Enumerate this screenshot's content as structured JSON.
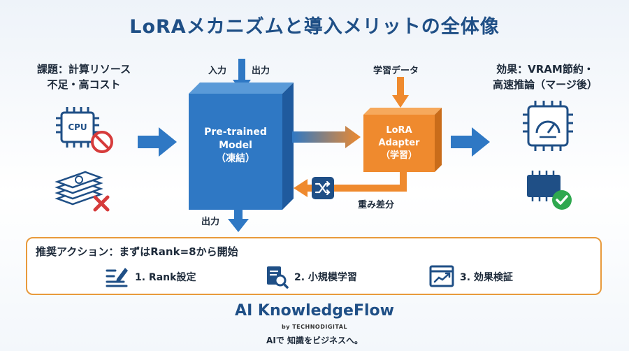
{
  "title": "LoRAメカニズムと導入メリットの全体像",
  "problem": {
    "line1": "課題：計算リソース",
    "line2": "不足・高コスト",
    "cpu_label": "CPU"
  },
  "model": {
    "input_label": "入力",
    "output_label_top": "出力",
    "line1": "Pre-trained",
    "line2": "Model",
    "line3": "（凍結）",
    "output_label_bottom": "出力"
  },
  "adapter": {
    "input_label": "学習データ",
    "line1": "LoRA",
    "line2": "Adapter",
    "line3": "（学習）",
    "delta_label": "重み差分"
  },
  "effect": {
    "line1": "効果：VRAM節約・",
    "line2": "高速推論（マージ後）"
  },
  "action": {
    "title": "推奨アクション：まずはRank=8から開始",
    "steps": [
      {
        "label": "1. Rank設定",
        "icon": "edit-list-icon"
      },
      {
        "label": "2. 小規模学習",
        "icon": "document-search-icon"
      },
      {
        "label": "3. 効果検証",
        "icon": "chart-window-icon"
      }
    ]
  },
  "footer": {
    "brand": "AI KnowledgeFlow",
    "by": "by TECHNODIGITAL",
    "tagline": "AIで 知識をビジネスへ。"
  },
  "colors": {
    "blue": "#2f78c4",
    "orange": "#ef8a2e",
    "navy": "#1f4f86",
    "red": "#d63b3b",
    "green": "#2fa84f"
  }
}
